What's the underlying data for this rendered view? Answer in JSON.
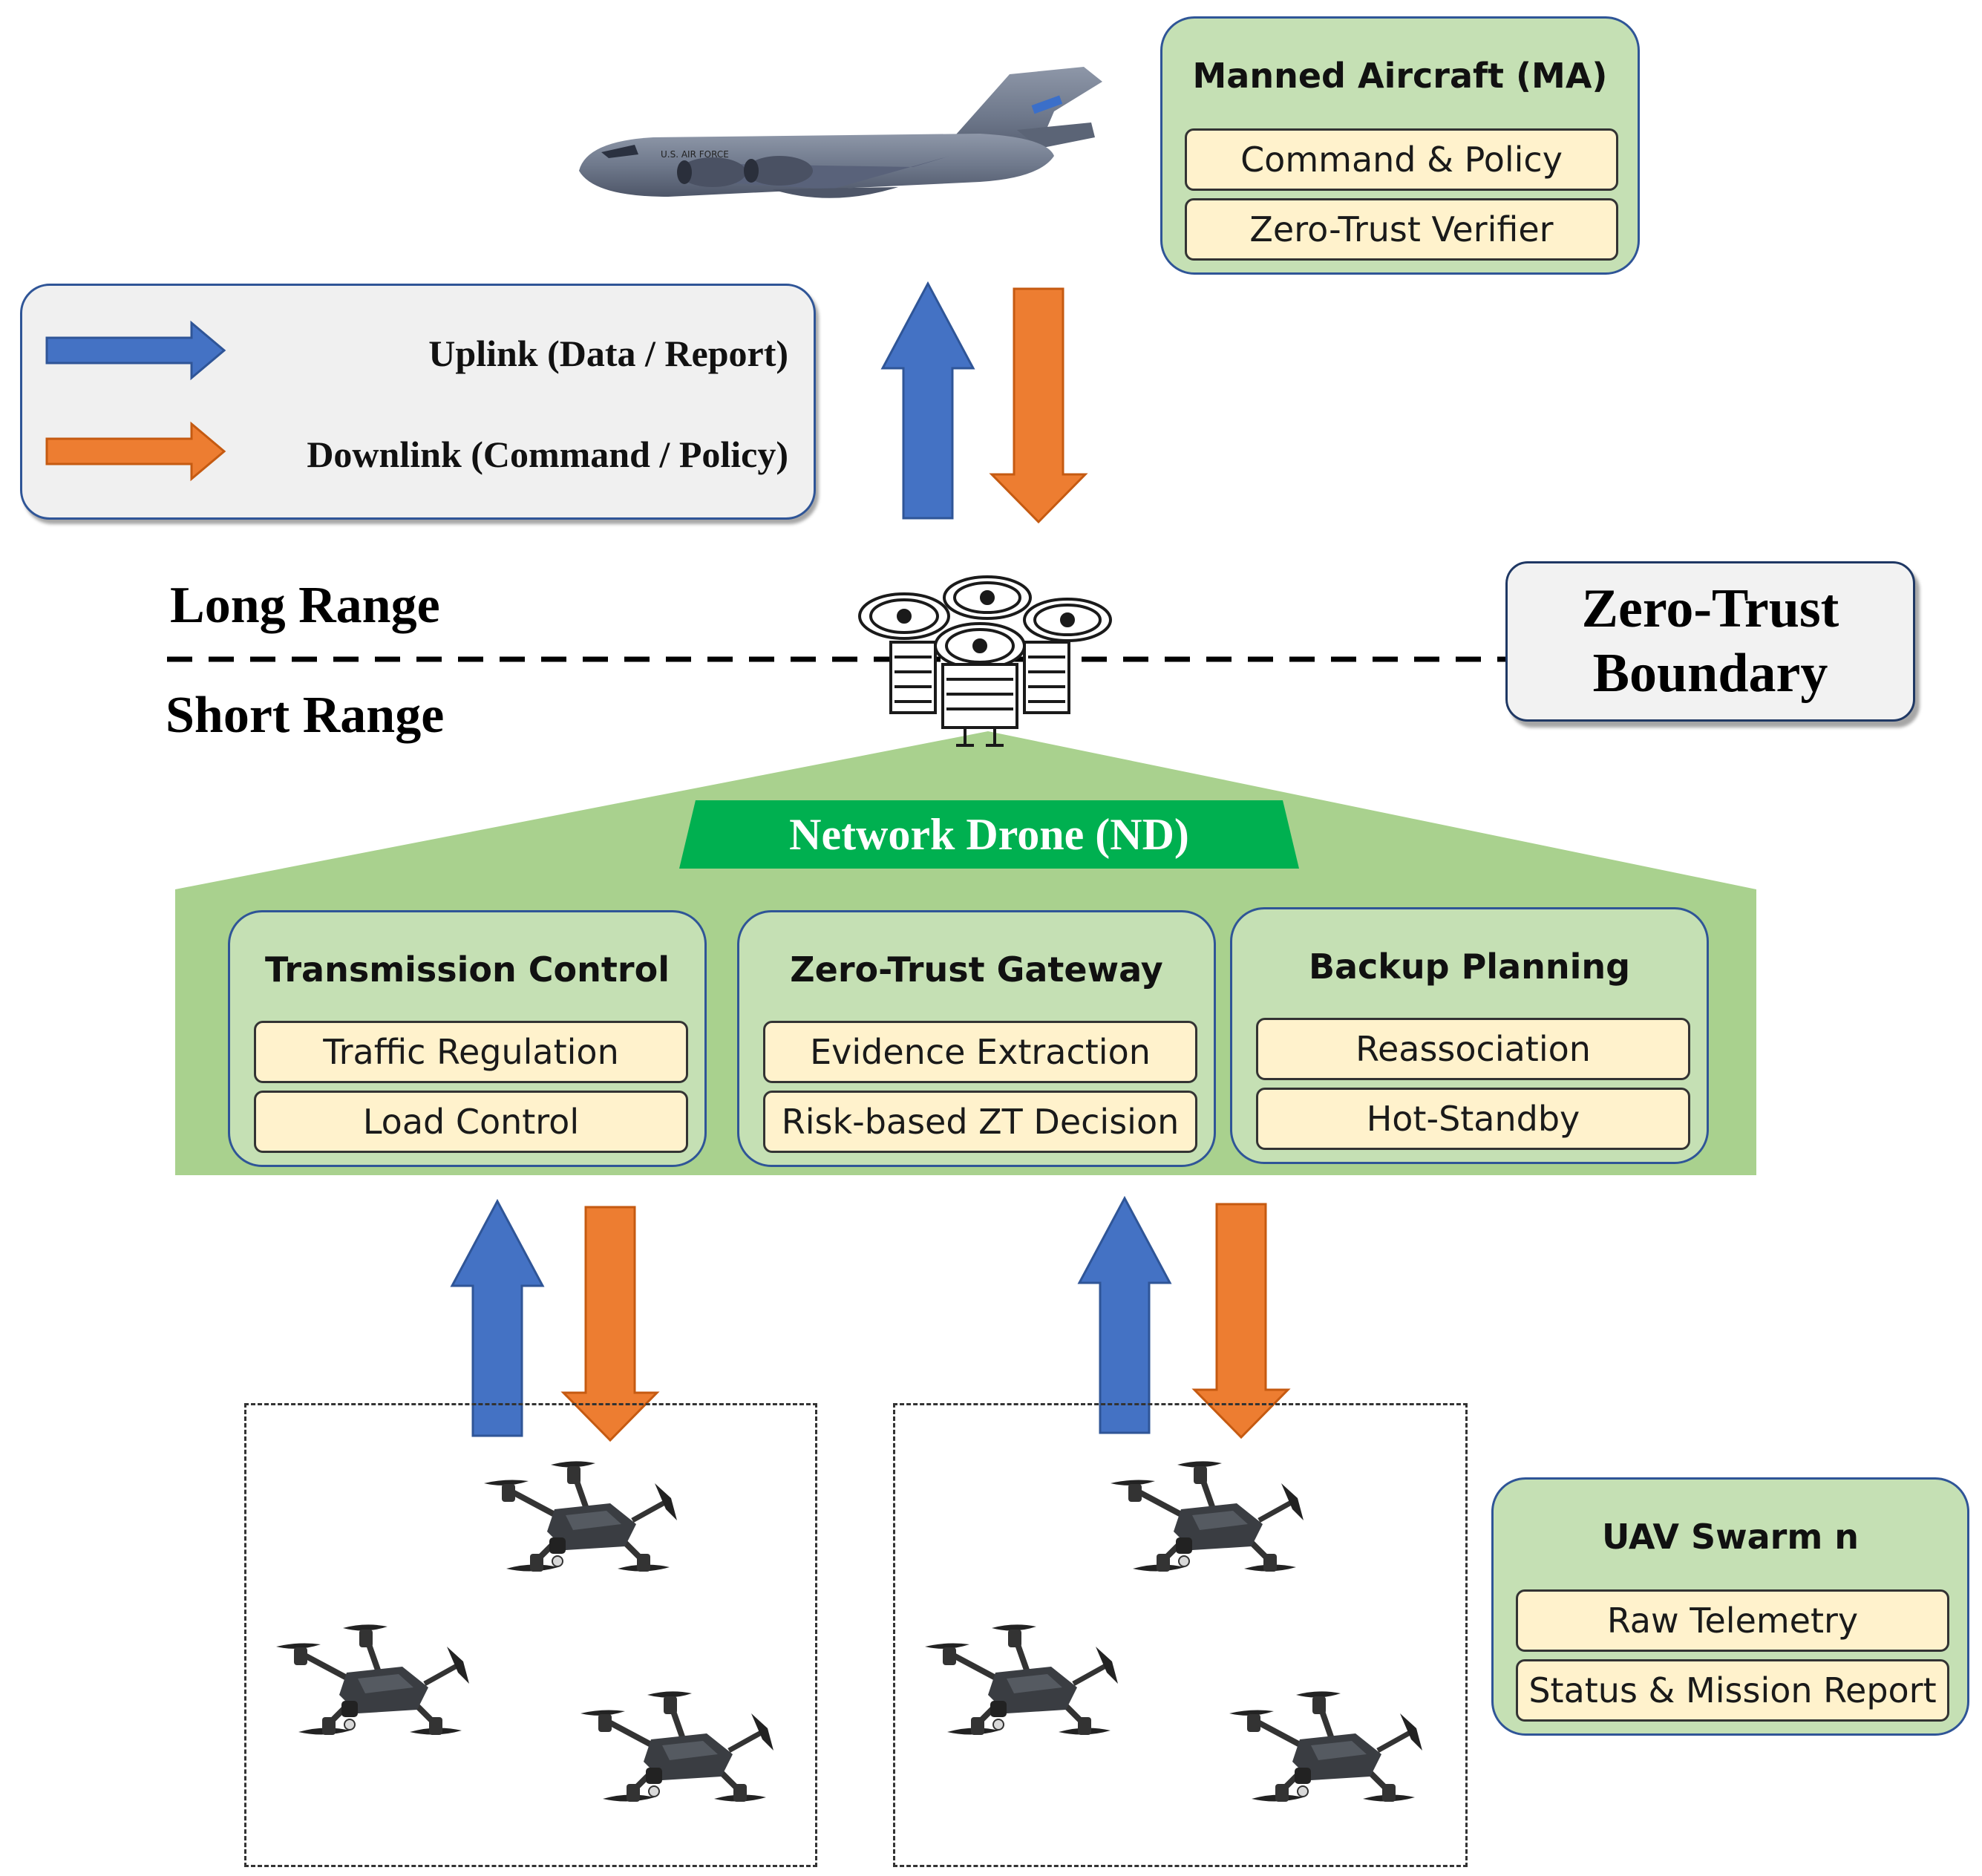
{
  "manned_aircraft": {
    "title": "Manned Aircraft (MA)",
    "items": [
      "Command & Policy",
      "Zero-Trust Verifier"
    ],
    "aircraft_icon": "transport-aircraft-icon"
  },
  "legend": {
    "uplink_label": "Uplink (Data / Report)",
    "downlink_label": "Downlink (Command / Policy)",
    "uplink_color": "#4472c4",
    "downlink_color": "#ed7d31"
  },
  "ranges": {
    "long": "Long Range",
    "short": "Short Range"
  },
  "zero_trust_boundary": {
    "line1": "Zero-Trust",
    "line2": "Boundary"
  },
  "network_drone": {
    "title": "Network Drone (ND)",
    "title_bg": "#00b050",
    "panel_bg": "#a9d18e",
    "icon": "network-drone-icon",
    "modules": [
      {
        "title": "Transmission Control",
        "items": [
          "Traffic Regulation",
          "Load Control"
        ]
      },
      {
        "title": "Zero-Trust Gateway",
        "items": [
          "Evidence Extraction",
          "Risk-based ZT Decision"
        ]
      },
      {
        "title": "Backup Planning",
        "items": [
          "Reassociation",
          "Hot-Standby"
        ]
      }
    ]
  },
  "uav_swarm": {
    "title": "UAV Swarm n",
    "items": [
      "Raw Telemetry",
      "Status & Mission Report"
    ],
    "drone_icon": "quadcopter-drone-icon"
  }
}
